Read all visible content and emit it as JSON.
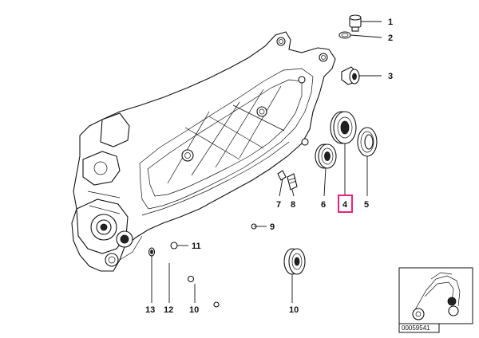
{
  "callouts": [
    {
      "id": "1",
      "highlighted": false
    },
    {
      "id": "2",
      "highlighted": false
    },
    {
      "id": "3",
      "highlighted": false
    },
    {
      "id": "4",
      "highlighted": true
    },
    {
      "id": "5",
      "highlighted": false
    },
    {
      "id": "6",
      "highlighted": false
    },
    {
      "id": "7",
      "highlighted": false
    },
    {
      "id": "8",
      "highlighted": false
    },
    {
      "id": "9",
      "highlighted": false
    },
    {
      "id": "10",
      "highlighted": false
    },
    {
      "id": "10",
      "highlighted": false
    },
    {
      "id": "11",
      "highlighted": false
    },
    {
      "id": "12",
      "highlighted": false
    },
    {
      "id": "13",
      "highlighted": false
    }
  ],
  "highlight_color": "#e8217c",
  "thumbnail": {
    "reference_code": "00059541"
  }
}
